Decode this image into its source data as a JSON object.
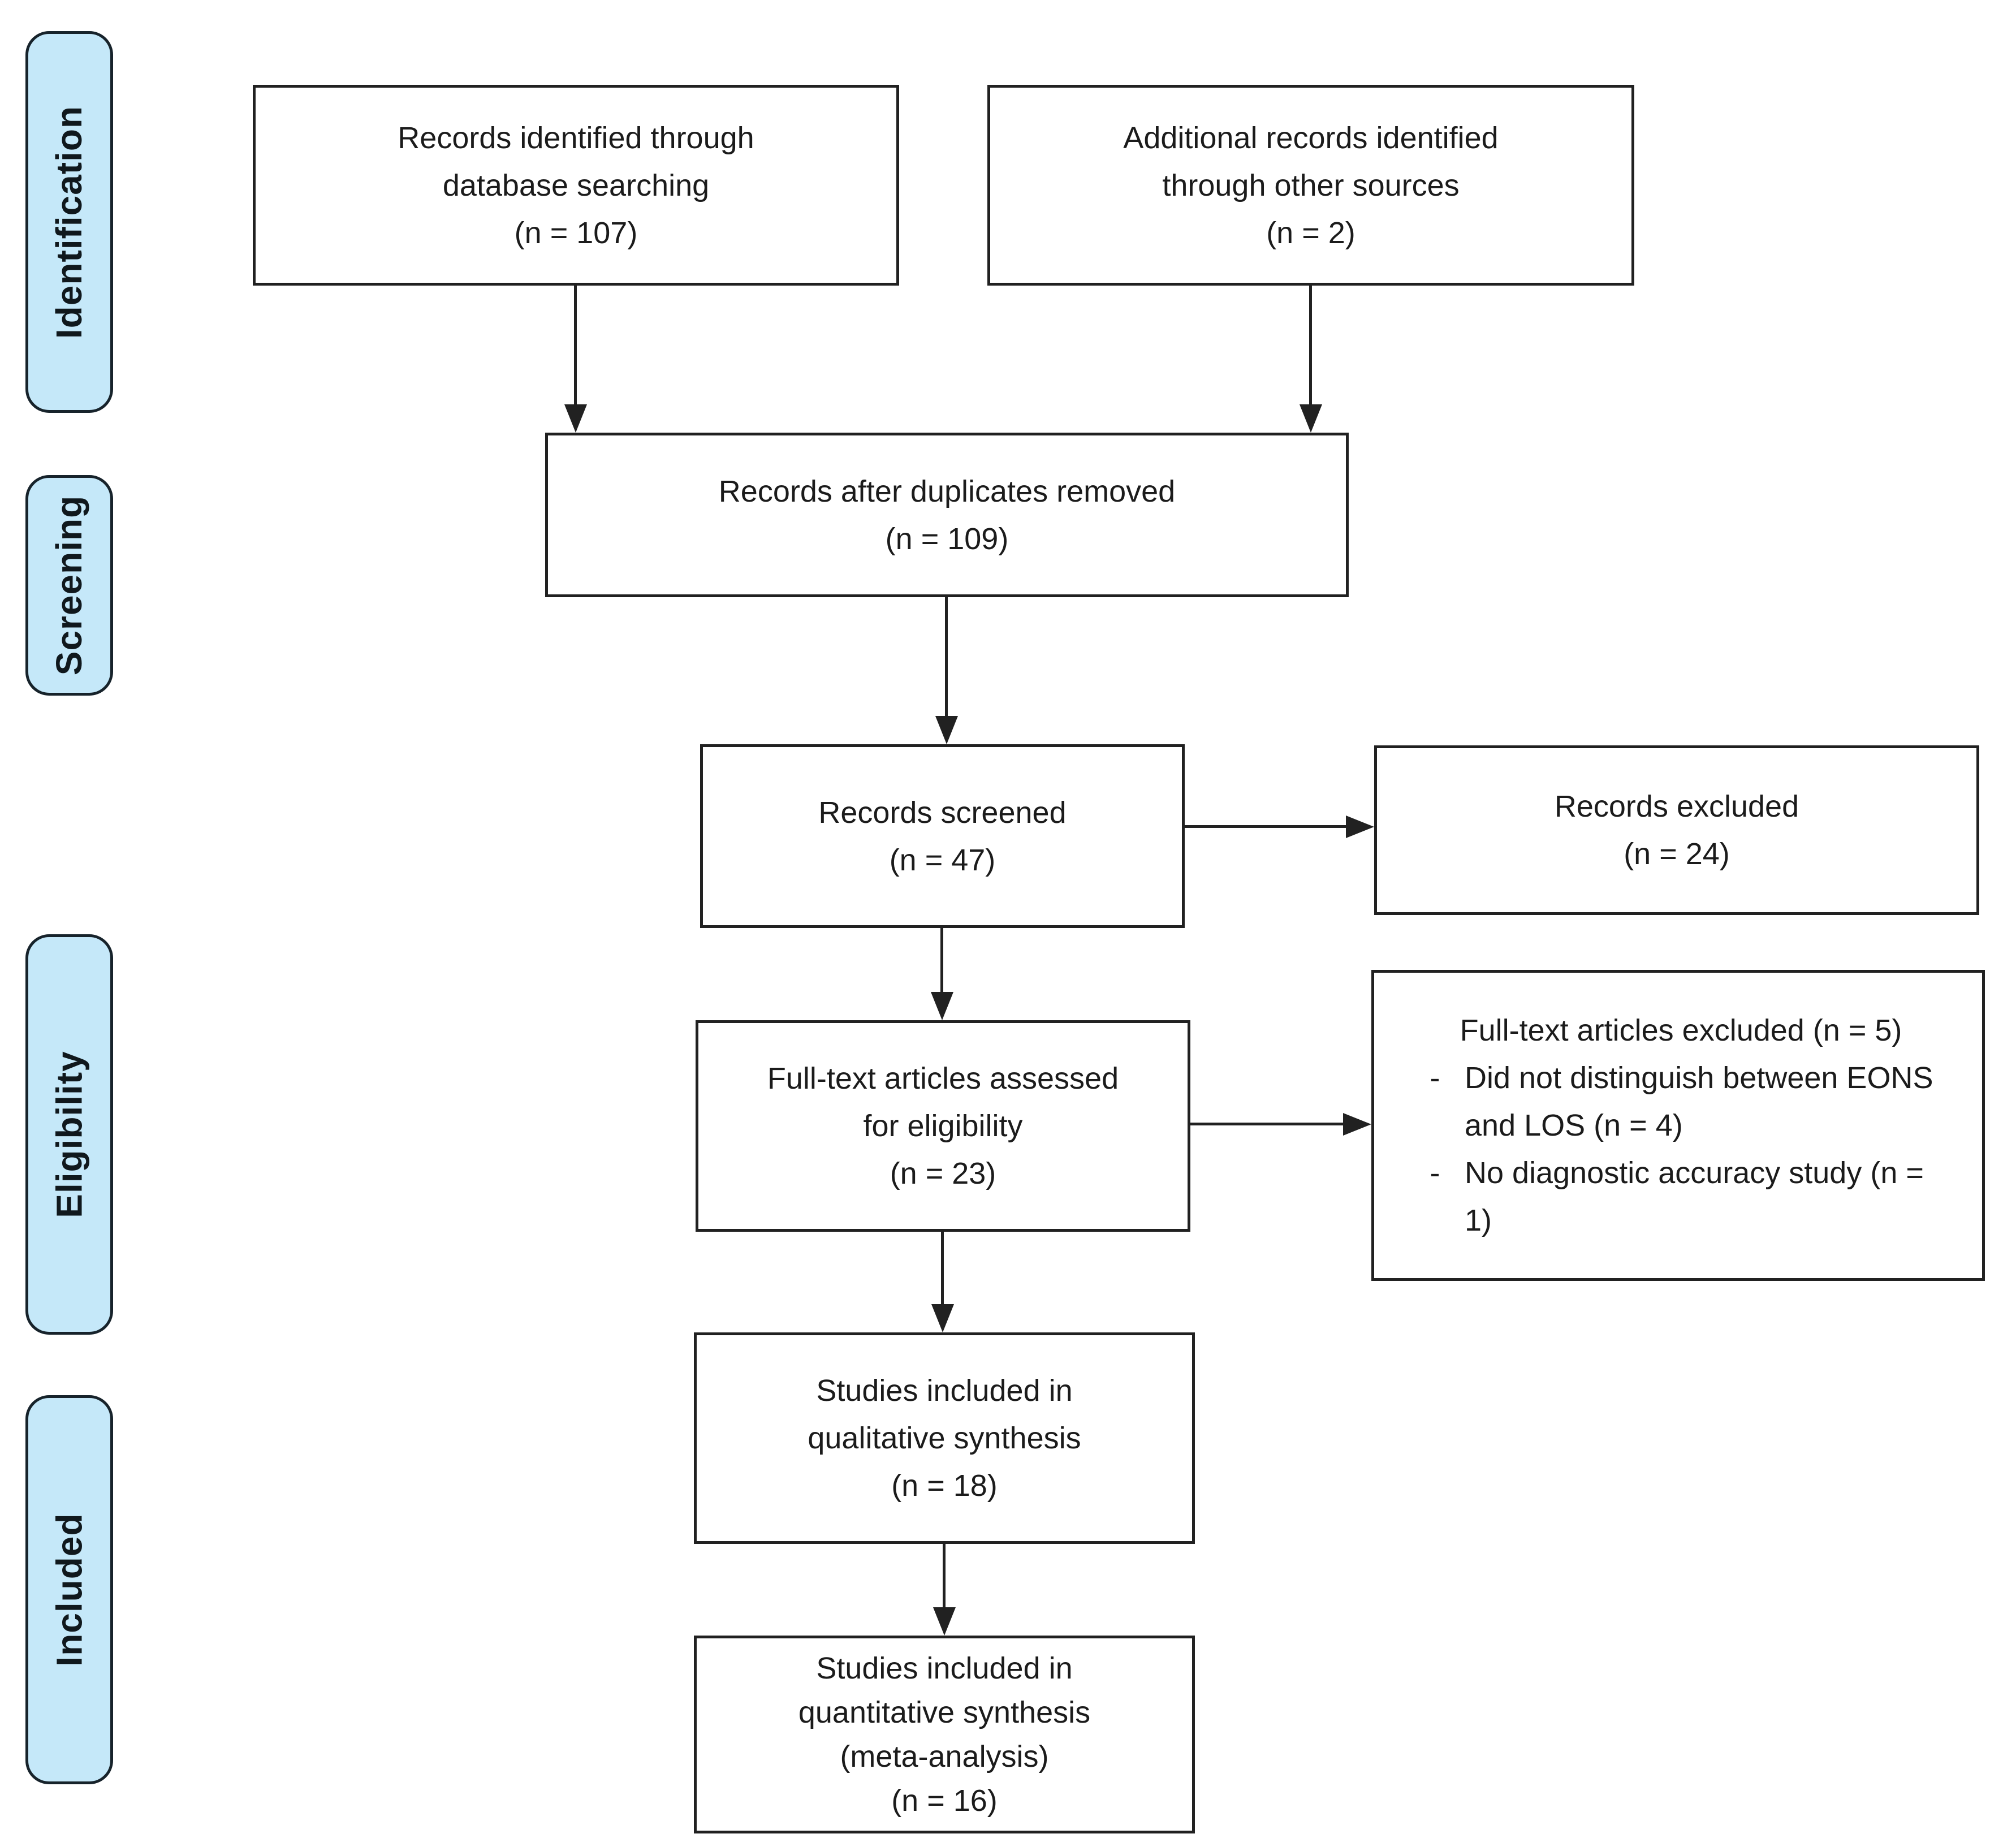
{
  "colors": {
    "background": "#ffffff",
    "label_fill": "#c5e8f9",
    "label_border": "#17232b",
    "box_border": "#212121",
    "text": "#1b1b1b"
  },
  "stages": [
    {
      "label": "Identification"
    },
    {
      "label": "Screening"
    },
    {
      "label": "Eligibility"
    },
    {
      "label": "Included"
    }
  ],
  "boxes": {
    "identified_db": {
      "lines": [
        "Records identified through",
        "database searching",
        "(n = 107)"
      ]
    },
    "identified_other": {
      "lines": [
        "Additional records identified",
        "through other sources",
        "(n = 2)"
      ]
    },
    "after_duplicates": {
      "lines": [
        "Records after duplicates removed",
        "(n = 109)"
      ]
    },
    "screened": {
      "lines": [
        "Records screened",
        "(n = 47)"
      ]
    },
    "records_excluded": {
      "lines": [
        "Records excluded",
        "(n = 24)"
      ]
    },
    "fulltext_assessed": {
      "lines": [
        "Full-text articles assessed",
        "for eligibility",
        "(n = 23)"
      ]
    },
    "fulltext_excluded": {
      "title": "Full-text articles excluded (n = 5)",
      "bullets": [
        {
          "marker": "-",
          "text": "Did not distinguish between EONS and LOS (n = 4)"
        },
        {
          "marker": "-",
          "text": "No diagnostic accuracy study (n = 1)"
        }
      ]
    },
    "qualitative": {
      "lines": [
        "Studies included in",
        "qualitative synthesis",
        "(n = 18)"
      ]
    },
    "quantitative": {
      "lines": [
        "Studies included in",
        "quantitative synthesis",
        "(meta-analysis)",
        "(n = 16)"
      ]
    }
  }
}
